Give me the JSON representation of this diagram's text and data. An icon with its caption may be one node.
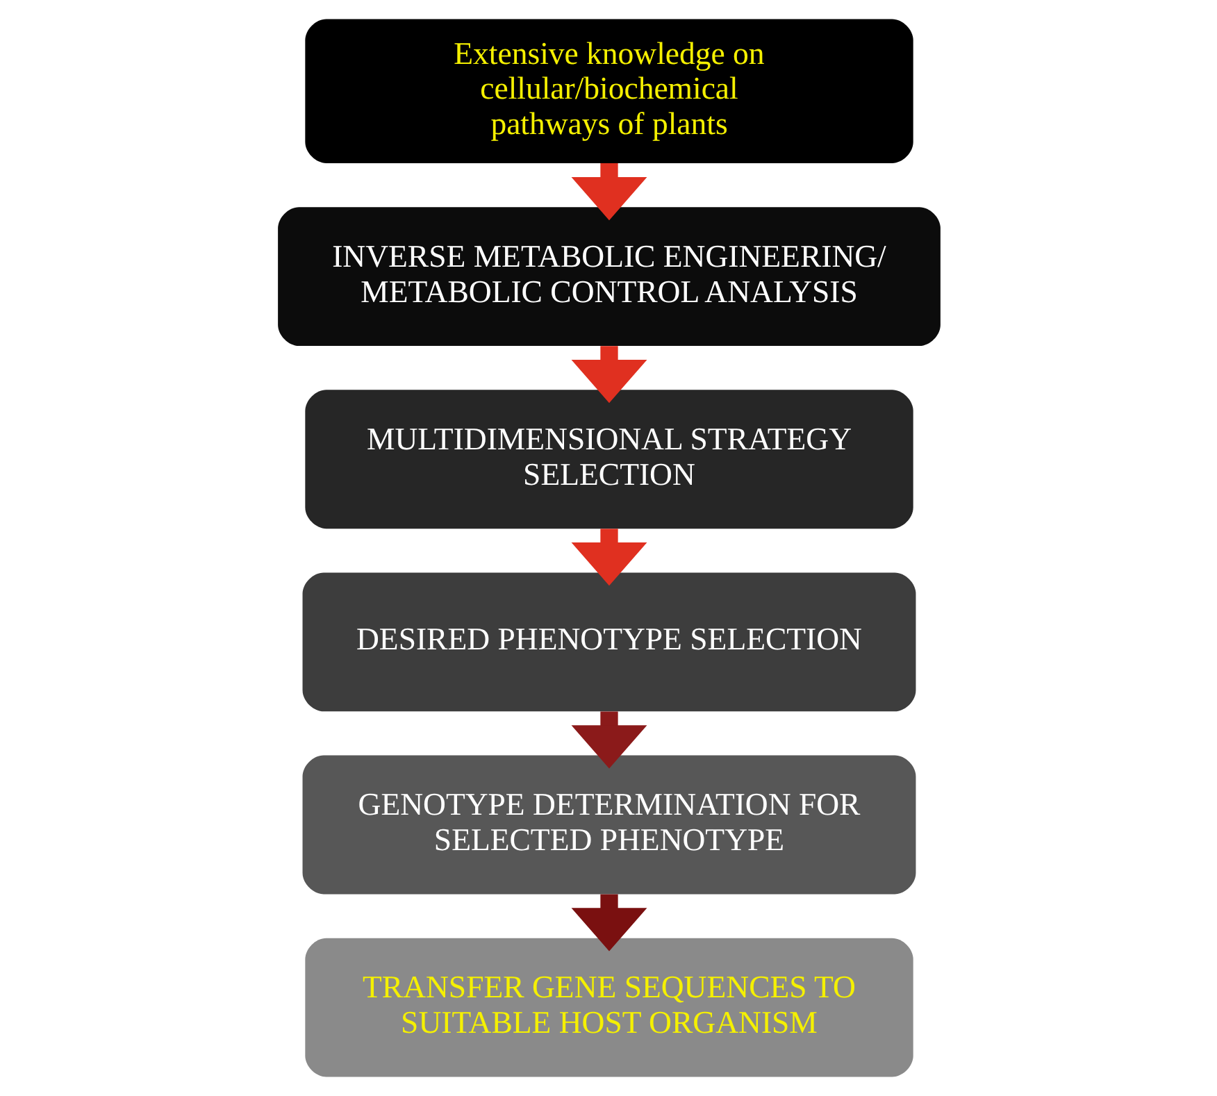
{
  "diagram": {
    "nodes": [
      {
        "text": [
          "Extensive knowledge on cellular/biochemical pathways of plants"
        ]
      },
      {
        "text": [
          "INVERSE METABOLIC ENGINEERING/ METABOLIC CONTROL ANALYSIS"
        ]
      },
      {
        "text": [
          "MULTIDIMENSIONAL STRATEGY SELECTION"
        ]
      },
      {
        "text": [
          "DESIRED PHENOTYPE SELECTION"
        ]
      },
      {
        "text": [
          "GENOTYPE DETERMINATION FOR SELECTED PHENOTYPE"
        ]
      },
      {
        "text": [
          "TRANSFER GENE SEQUENCES TO SUITABLE HOST ORGANISM"
        ]
      }
    ],
    "edges": [
      {
        "from": 0,
        "to": 1,
        "arrow": "to"
      },
      {
        "from": 1,
        "to": 2,
        "arrow": "to"
      },
      {
        "from": 2,
        "to": 3,
        "arrow": "to"
      },
      {
        "from": 3,
        "to": 4,
        "arrow": "to",
        "color": "#8b1a1a"
      },
      {
        "from": 4,
        "to": 5,
        "arrow": "to",
        "color": "#7a1010"
      }
    ]
  }
}
